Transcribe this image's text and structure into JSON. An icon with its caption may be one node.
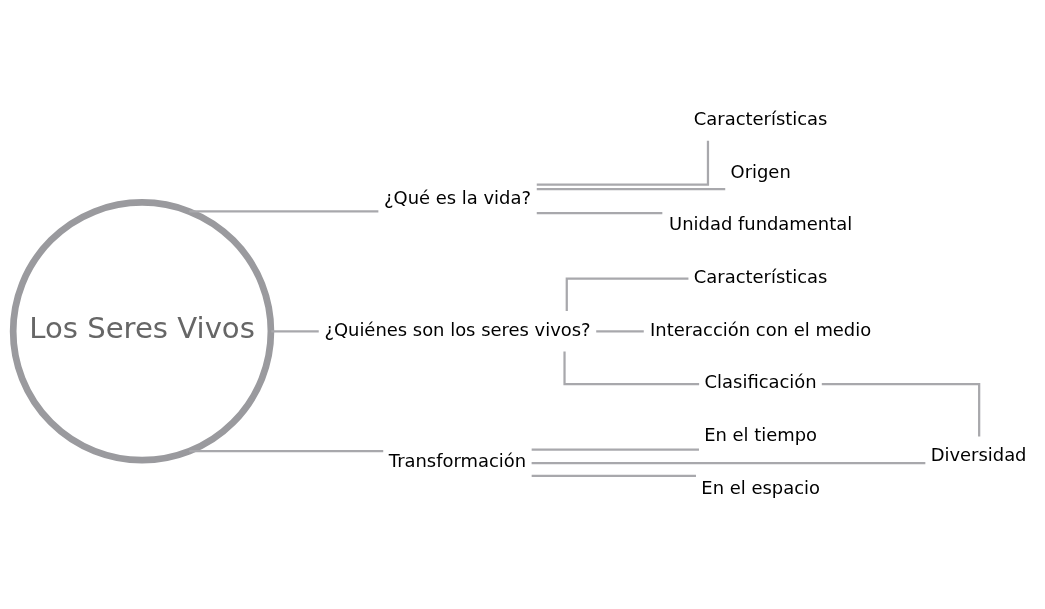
{
  "diagram": {
    "nodes": [
      {
        "text": [
          "Los Seres Vivos"
        ]
      },
      {
        "text": [
          "¿Qué es la vida?"
        ]
      },
      {
        "text": [
          "Características"
        ]
      },
      {
        "text": [
          "Origen"
        ]
      },
      {
        "text": [
          "Unidad fundamental"
        ]
      },
      {
        "text": [
          "¿Quiénes son los seres vivos?"
        ]
      },
      {
        "text": [
          "Características"
        ]
      },
      {
        "text": [
          "Interacción con el medio"
        ]
      },
      {
        "text": [
          "Clasificación"
        ]
      },
      {
        "text": [
          "Transformación"
        ]
      },
      {
        "text": [
          "En el tiempo"
        ]
      },
      {
        "text": [
          "En el espacio"
        ]
      },
      {
        "text": [
          "Diversidad"
        ]
      }
    ],
    "edges": [
      {
        "from": 0,
        "to": 1,
        "arrow": "none"
      },
      {
        "from": 1,
        "to": 2,
        "arrow": "none"
      },
      {
        "from": 1,
        "to": 3,
        "arrow": "none"
      },
      {
        "from": 1,
        "to": 4,
        "arrow": "none"
      },
      {
        "from": 0,
        "to": 5,
        "arrow": "none"
      },
      {
        "from": 5,
        "to": 6,
        "arrow": "none"
      },
      {
        "from": 5,
        "to": 7,
        "arrow": "none"
      },
      {
        "from": 5,
        "to": 8,
        "arrow": "none"
      },
      {
        "from": 8,
        "to": 12,
        "arrow": "none"
      },
      {
        "from": 0,
        "to": 9,
        "arrow": "none"
      },
      {
        "from": 9,
        "to": 10,
        "arrow": "none"
      },
      {
        "from": 9,
        "to": 11,
        "arrow": "none"
      },
      {
        "from": 9,
        "to": 12,
        "arrow": "none"
      }
    ]
  }
}
